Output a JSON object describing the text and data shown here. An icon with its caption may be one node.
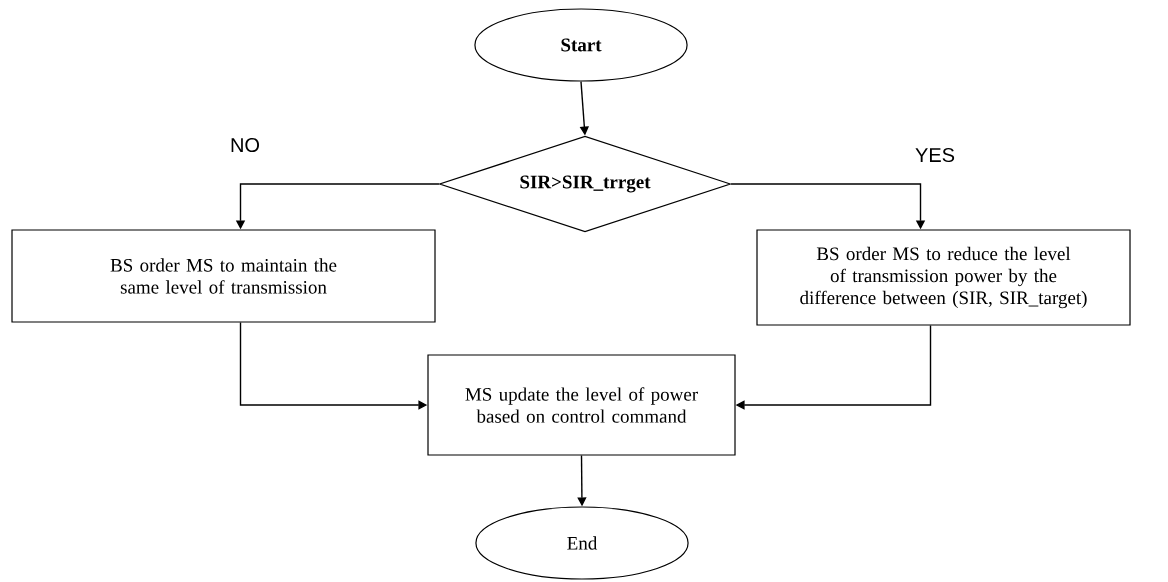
{
  "diagram": {
    "nodes": [
      {
        "text": [
          "Start"
        ]
      },
      {
        "text": [
          "SIR>SIR_trrget"
        ]
      },
      {
        "text": [
          "BS order MS to maintain the same level of transmission"
        ]
      },
      {
        "text": [
          "BS order MS to reduce the level of transmission power by the difference between (SIR, SIR_target)"
        ]
      },
      {
        "text": [
          "MS update the level of power based on control command"
        ]
      },
      {
        "text": [
          "End"
        ]
      }
    ],
    "edges": [
      {
        "from": 0,
        "to": 1,
        "arrow": "to"
      },
      {
        "from": 1,
        "to": 2,
        "arrow": "to",
        "label": "NO"
      },
      {
        "from": 1,
        "to": 3,
        "arrow": "to",
        "label": "YES"
      },
      {
        "from": 2,
        "to": 4,
        "arrow": "to"
      },
      {
        "from": 3,
        "to": 4,
        "arrow": "to"
      },
      {
        "from": 4,
        "to": 5,
        "arrow": "to"
      }
    ]
  }
}
